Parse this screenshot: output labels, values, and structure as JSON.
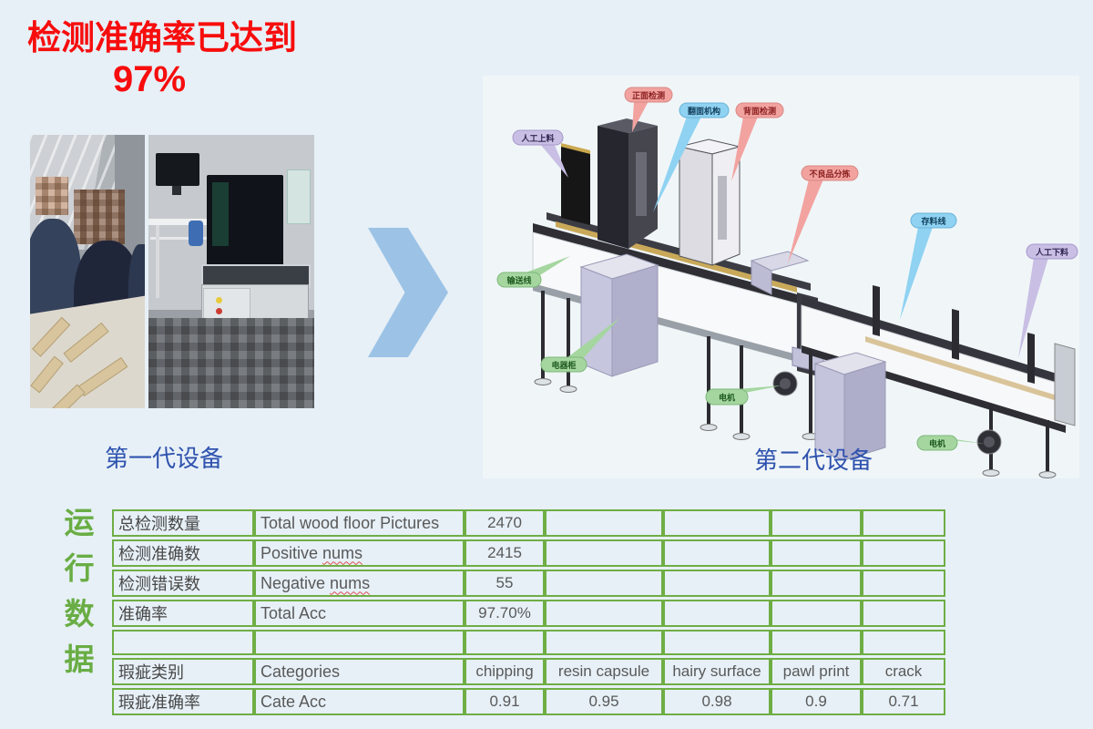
{
  "header": {
    "title_line1": "检测准确率已达到",
    "title_line2": "97%"
  },
  "generation1": {
    "caption": "第一代设备"
  },
  "generation2": {
    "caption": "第二代设备"
  },
  "diagram": {
    "labels": {
      "manual_feed": "人工上料",
      "front_detect": "正面检测",
      "flip_mech": "翻面机构",
      "back_detect": "背面检测",
      "reject_sort": "不良品分拣",
      "storage_line": "存料线",
      "manual_unload": "人工下料",
      "conveyor_line": "输送线",
      "electric_cabinet": "电器柜",
      "motor1": "电机",
      "motor2": "电机"
    },
    "label_colors": {
      "pink": "#f2a3a0",
      "blue": "#8fd2f2",
      "lavender": "#c9bfe4",
      "green": "#a5d6a0"
    }
  },
  "run_data": {
    "vertical_title": "运行数据",
    "table": {
      "rows": [
        {
          "zh": "总检测数量",
          "en": "Total wood floor Pictures",
          "en_misspelled": "",
          "values": [
            "2470",
            "",
            "",
            "",
            ""
          ]
        },
        {
          "zh": "检测准确数",
          "en": "Positive",
          "en_misspelled": "nums",
          "values": [
            "2415",
            "",
            "",
            "",
            ""
          ]
        },
        {
          "zh": "检测错误数",
          "en": "Negative",
          "en_misspelled": "nums",
          "values": [
            "55",
            "",
            "",
            "",
            ""
          ]
        },
        {
          "zh": "准确率",
          "en": "Total Acc",
          "en_misspelled": "",
          "values": [
            "97.70%",
            "",
            "",
            "",
            ""
          ]
        },
        {
          "zh": "",
          "en": "",
          "en_misspelled": "",
          "values": [
            "",
            "",
            "",
            "",
            ""
          ]
        },
        {
          "zh": "瑕疵类别",
          "en": "Categories",
          "en_misspelled": "",
          "values": [
            "chipping",
            "resin capsule",
            "hairy surface",
            "pawl print",
            "crack"
          ]
        },
        {
          "zh": "瑕疵准确率",
          "en": "Cate Acc",
          "en_misspelled": "",
          "values": [
            "0.91",
            "0.95",
            "0.98",
            "0.9",
            "0.71"
          ]
        }
      ]
    }
  }
}
